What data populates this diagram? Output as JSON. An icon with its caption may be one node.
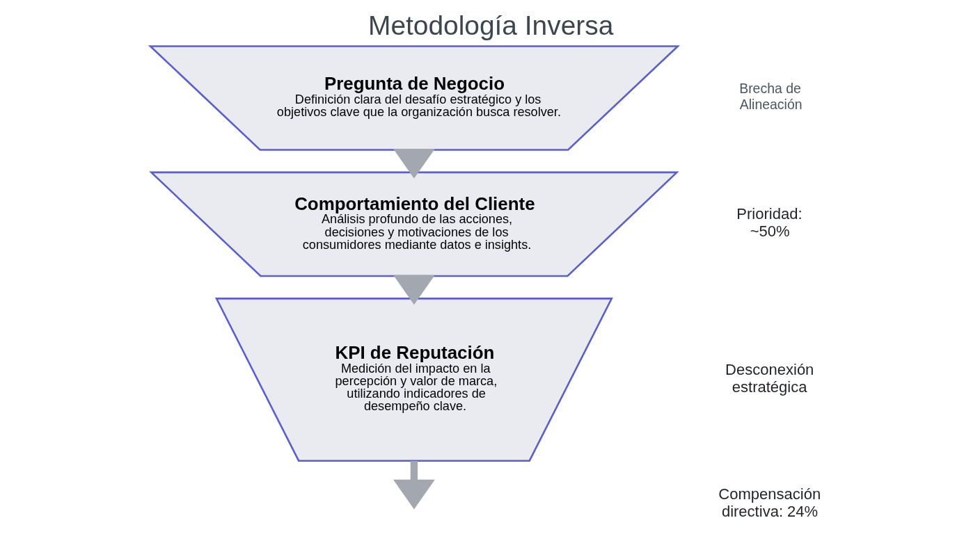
{
  "diagram": {
    "title": "Metodología Inversa",
    "nodes": [
      {
        "text": [
          "Pregunta de Negocio",
          "Definición clara del desafío estratégico y los objetivos clave que la organización busca resolver."
        ]
      },
      {
        "text": [
          "Comportamiento del Cliente",
          "Análisis profundo de las acciones, decisiones y motivaciones de los consumidores mediante datos e insights."
        ]
      },
      {
        "text": [
          "KPI de Reputación",
          "Medición del impacto en la percepción y valor de marca, utilizando indicadores de desempeño clave."
        ]
      }
    ],
    "edges": [
      {
        "from": 0,
        "to": 1,
        "arrow": "to"
      },
      {
        "from": 1,
        "to": 2,
        "arrow": "to"
      },
      {
        "from": 2,
        "to": null,
        "arrow": "to"
      }
    ],
    "labels": [
      "Brecha de Alineación",
      "Prioridad: ~50%",
      "Desconexión estratégica",
      "Compensación directiva: 24%"
    ]
  }
}
